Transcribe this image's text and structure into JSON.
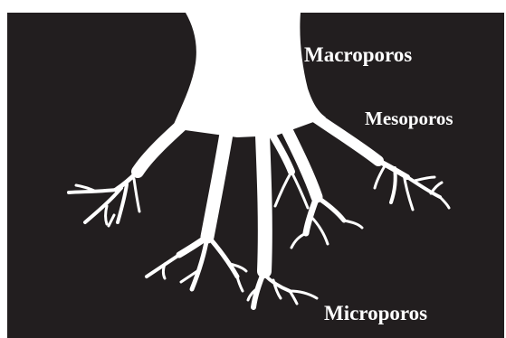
{
  "labels": {
    "macro": "Macroporos",
    "meso": "Mesoporos",
    "micro": "Microporos"
  },
  "colors": {
    "background": "#221e1f",
    "roots": "#ffffff",
    "label_text": "#ffffff"
  }
}
